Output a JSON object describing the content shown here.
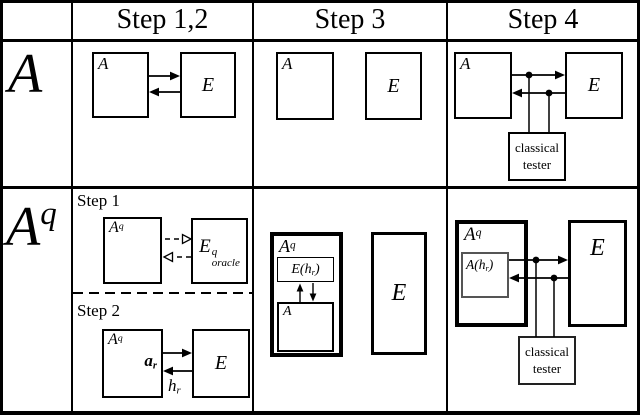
{
  "header": {
    "step12": "Step 1,2",
    "step3": "Step 3",
    "step4": "Step 4"
  },
  "row_a": {
    "label": "A",
    "step12": {
      "agent": "A",
      "env": "E"
    },
    "step3": {
      "agent": "A",
      "env": "E"
    },
    "step4": {
      "agent": "A",
      "env": "E",
      "tester1": "classical",
      "tester2": "tester"
    }
  },
  "row_aq": {
    "label_base": "A",
    "label_sup": "q",
    "step12": {
      "step1_title": "Step 1",
      "step2_title": "Step 2",
      "agent_base": "A",
      "agent_sup": "q",
      "oracle_base": "E",
      "oracle_sup": "q",
      "oracle_sub": "oracle",
      "answer_base": "a",
      "answer_sub": "r",
      "env": "E",
      "response_base": "h",
      "response_sub": "r"
    },
    "step3": {
      "outer_base": "A",
      "outer_sup": "q",
      "simenv_pre": "E(h",
      "simenv_sub": "r",
      "simenv_post": ")",
      "inner_agent": "A",
      "env": "E"
    },
    "step4": {
      "outer_base": "A",
      "outer_sup": "q",
      "inner_pre": "A(h",
      "inner_sub": "r",
      "inner_post": ")",
      "env": "E",
      "tester1": "classical",
      "tester2": "tester"
    }
  }
}
